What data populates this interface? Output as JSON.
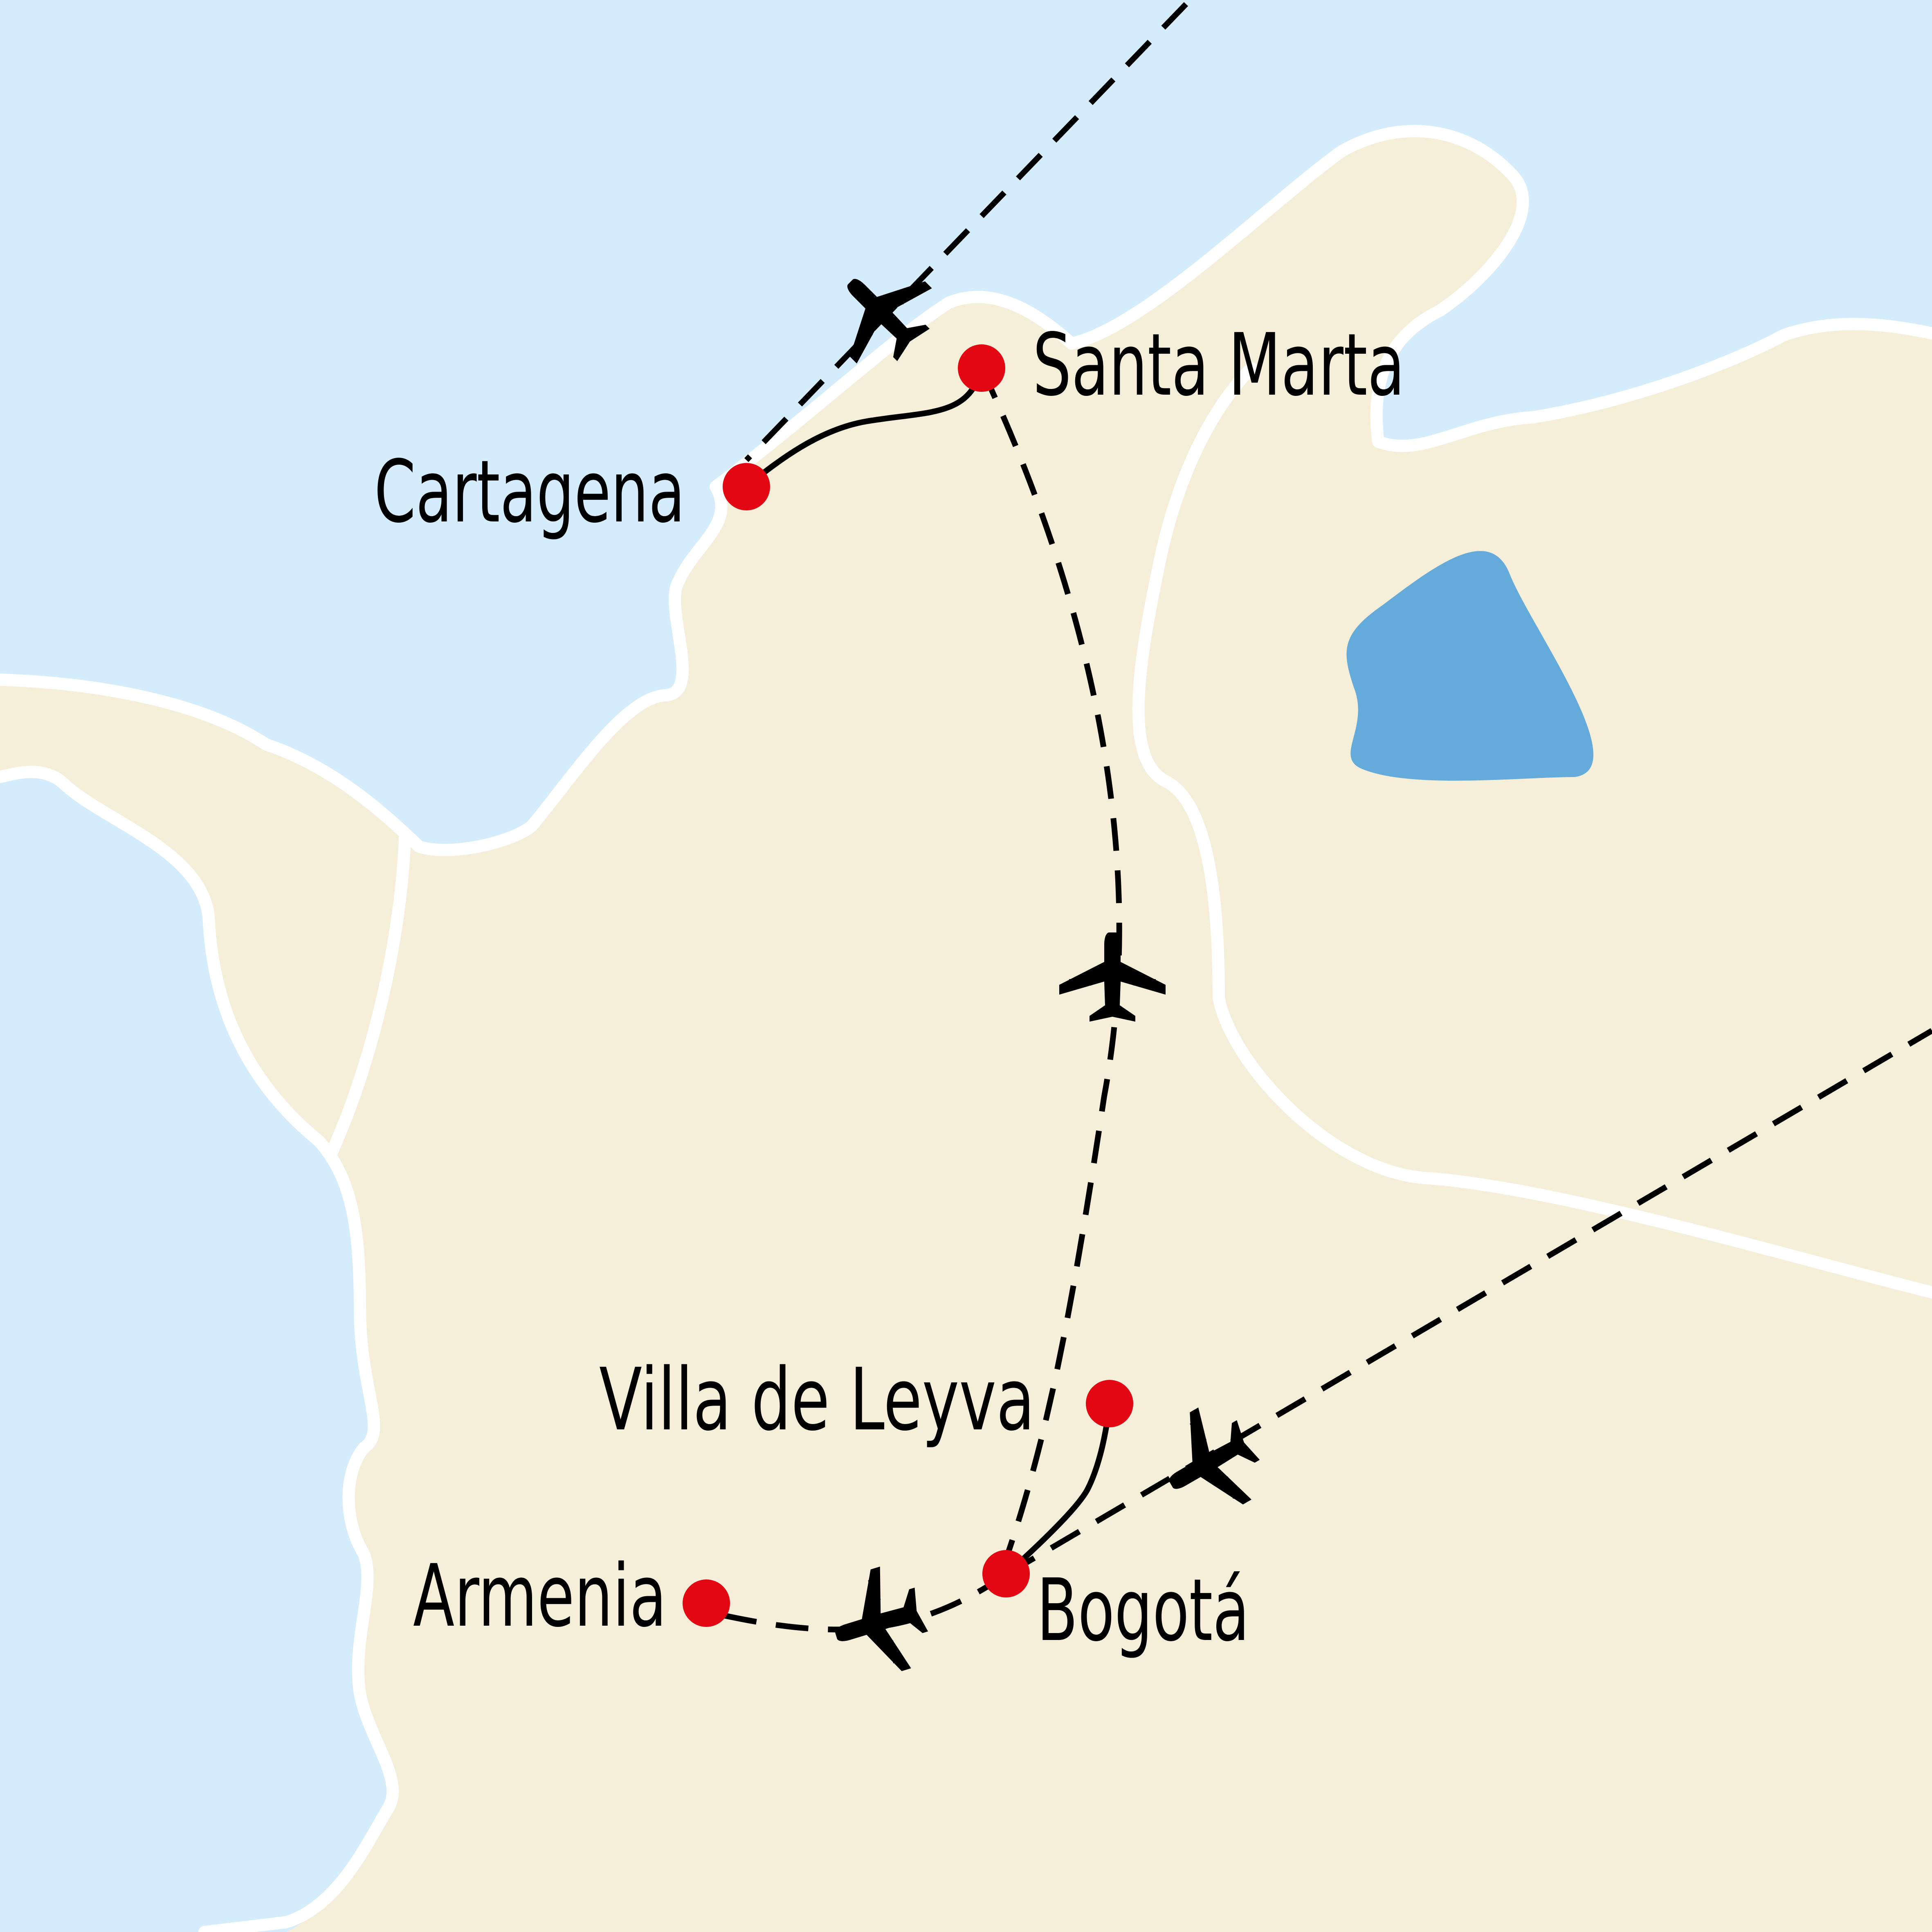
{
  "map": {
    "colors": {
      "sea": "#d4ecfb",
      "land": "#f5efda",
      "border": "#ffffff",
      "lake": "#64abdc",
      "route": "#000000",
      "city_marker": "#e30613"
    },
    "cities": [
      {
        "id": "cartagena",
        "label": "Cartagena"
      },
      {
        "id": "santa-marta",
        "label": "Santa Marta"
      },
      {
        "id": "villa-de-leyva",
        "label": "Villa de Leyva"
      },
      {
        "id": "armenia",
        "label": "Armenia"
      },
      {
        "id": "bogota",
        "label": "Bogotá"
      }
    ],
    "routes": [
      {
        "from": "international",
        "to": "cartagena",
        "mode": "flight",
        "icon": "plane-icon"
      },
      {
        "from": "cartagena",
        "to": "santa-marta",
        "mode": "overland"
      },
      {
        "from": "santa-marta",
        "to": "bogota",
        "mode": "flight",
        "icon": "plane-icon"
      },
      {
        "from": "bogota",
        "to": "villa-de-leyva",
        "mode": "overland"
      },
      {
        "from": "bogota",
        "to": "armenia",
        "mode": "flight",
        "icon": "plane-icon"
      },
      {
        "from": "bogota",
        "to": "international",
        "mode": "flight",
        "icon": "plane-icon"
      }
    ]
  }
}
